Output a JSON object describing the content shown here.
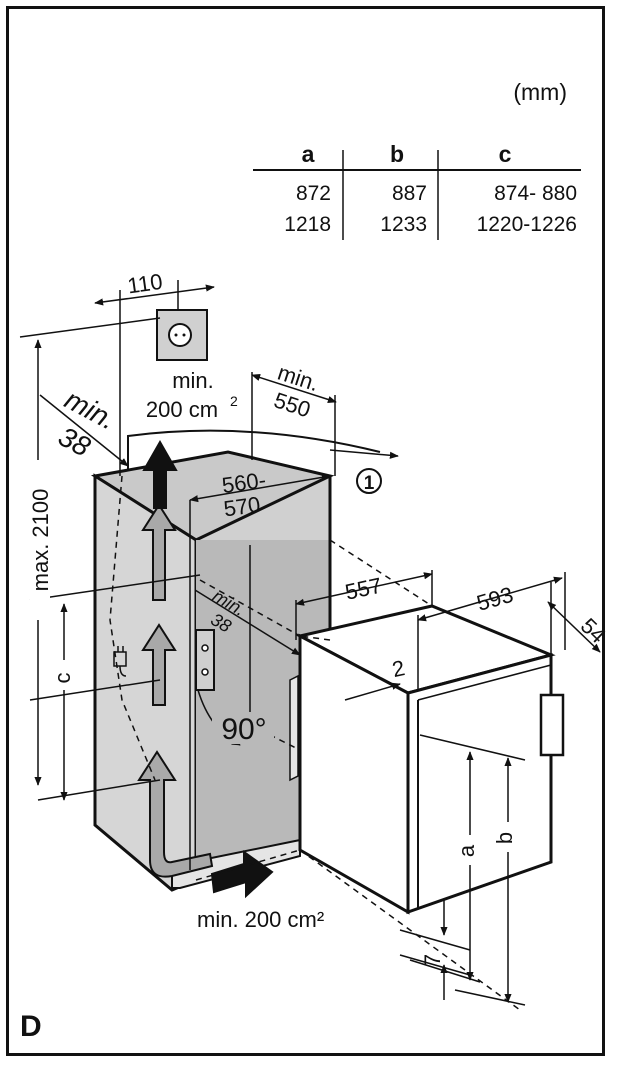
{
  "unit": "(mm)",
  "table": {
    "headers": [
      "a",
      "b",
      "c"
    ],
    "rows": [
      [
        "872",
        "887",
        "874- 880"
      ],
      [
        "1218",
        "1233",
        "1220-1226"
      ]
    ]
  },
  "dimensions": {
    "d110": "110",
    "min_vent_top_1": "min.",
    "min_vent_top_2": "200 cm",
    "min_vent_top_sup": "2",
    "min550_1": "min.",
    "min550_2": "550",
    "min38_top_1": "min.",
    "min38_top_2": "38",
    "max2100": "max. 2100",
    "callout": "1",
    "d560": "560-",
    "d570": "570",
    "d557": "557",
    "d593": "593",
    "d54": "54",
    "min38_in_1": "min.",
    "min38_in_2": "38",
    "d2": "2",
    "angle": "90°",
    "c": "c",
    "a": "a",
    "b": "b",
    "d7": "7",
    "min_vent_bottom": "min. 200 cm²"
  },
  "corner_label": "D",
  "colors": {
    "niche_fill": "#d0d0d0",
    "niche_back": "#b9b9b9",
    "arrow_fill": "#a9a9a9",
    "line": "#111111"
  }
}
